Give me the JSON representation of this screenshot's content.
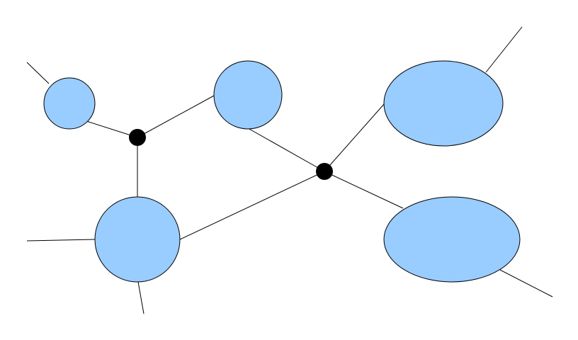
{
  "diagram": {
    "colors": {
      "node_fill": "#99ccff",
      "node_stroke": "#000000",
      "edge": "#000000",
      "junction": "#000000",
      "background": "#ffffff"
    },
    "nodes": [
      {
        "id": "small-circle-top-left",
        "shape": "circle"
      },
      {
        "id": "circle-top-middle",
        "shape": "circle"
      },
      {
        "id": "large-circle-bottom-left",
        "shape": "circle"
      },
      {
        "id": "ellipse-top-right",
        "shape": "ellipse"
      },
      {
        "id": "ellipse-bottom-right",
        "shape": "ellipse"
      }
    ],
    "junctions": [
      {
        "id": "junction-left"
      },
      {
        "id": "junction-center"
      }
    ],
    "edges": [
      {
        "from": "small-circle-top-left",
        "to": "junction-left"
      },
      {
        "from": "circle-top-middle",
        "to": "junction-left"
      },
      {
        "from": "large-circle-bottom-left",
        "to": "junction-left"
      },
      {
        "from": "circle-top-middle",
        "to": "junction-center"
      },
      {
        "from": "large-circle-bottom-left",
        "to": "junction-center"
      },
      {
        "from": "ellipse-top-right",
        "to": "junction-center"
      },
      {
        "from": "ellipse-bottom-right",
        "to": "junction-center"
      },
      {
        "from": "small-circle-top-left",
        "to": "dangling-end"
      },
      {
        "from": "large-circle-bottom-left",
        "to": "dangling-end"
      },
      {
        "from": "large-circle-bottom-left",
        "to": "dangling-end"
      },
      {
        "from": "ellipse-top-right",
        "to": "dangling-end"
      },
      {
        "from": "ellipse-bottom-right",
        "to": "dangling-end"
      }
    ]
  }
}
